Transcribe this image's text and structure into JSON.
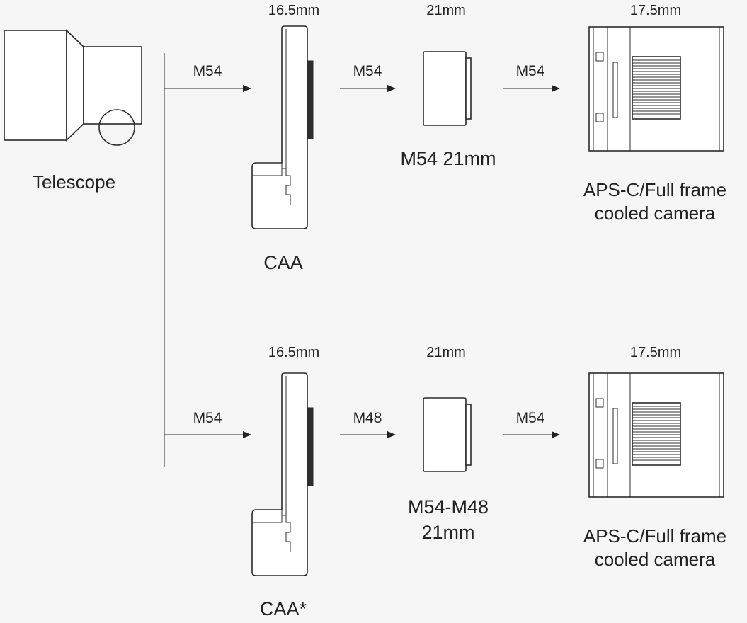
{
  "telescope": {
    "label": "Telescope"
  },
  "row1": {
    "caa": {
      "spacing": "16.5mm",
      "label": "CAA"
    },
    "adapter": {
      "spacing": "21mm",
      "label": "M54 21mm"
    },
    "camera": {
      "spacing": "17.5mm",
      "label_line1": "APS-C/Full frame",
      "label_line2": "cooled camera"
    },
    "connectors": {
      "telescope_to_caa": "M54",
      "caa_to_adapter": "M54",
      "adapter_to_camera": "M54"
    }
  },
  "row2": {
    "caa": {
      "spacing": "16.5mm",
      "label": "CAA*"
    },
    "adapter": {
      "spacing": "21mm",
      "label_line1": "M54-M48",
      "label_line2": "21mm"
    },
    "camera": {
      "spacing": "17.5mm",
      "label_line1": "APS-C/Full frame",
      "label_line2": "cooled camera"
    },
    "connectors": {
      "telescope_to_caa": "M54",
      "caa_to_adapter": "M48",
      "adapter_to_camera": "M54"
    }
  }
}
